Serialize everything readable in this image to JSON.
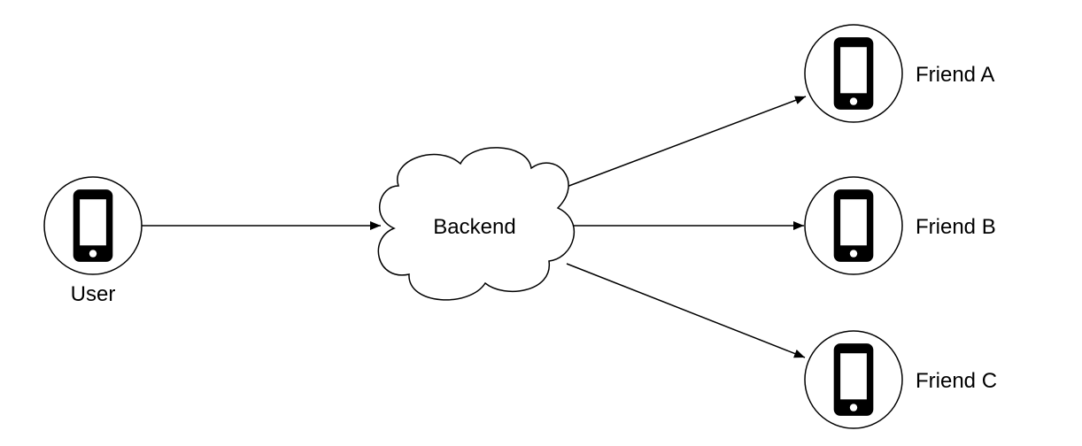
{
  "nodes": {
    "user": {
      "label": "User",
      "icon": "smartphone-icon"
    },
    "backend": {
      "label": "Backend",
      "icon": "cloud-icon"
    },
    "friend_a": {
      "label": "Friend A",
      "icon": "smartphone-icon"
    },
    "friend_b": {
      "label": "Friend B",
      "icon": "smartphone-icon"
    },
    "friend_c": {
      "label": "Friend C",
      "icon": "smartphone-icon"
    }
  },
  "edges": [
    {
      "from": "User",
      "to": "Backend"
    },
    {
      "from": "Backend",
      "to": "Friend A"
    },
    {
      "from": "Backend",
      "to": "Friend B"
    },
    {
      "from": "Backend",
      "to": "Friend C"
    }
  ],
  "colors": {
    "stroke": "#000000",
    "background": "#ffffff"
  }
}
